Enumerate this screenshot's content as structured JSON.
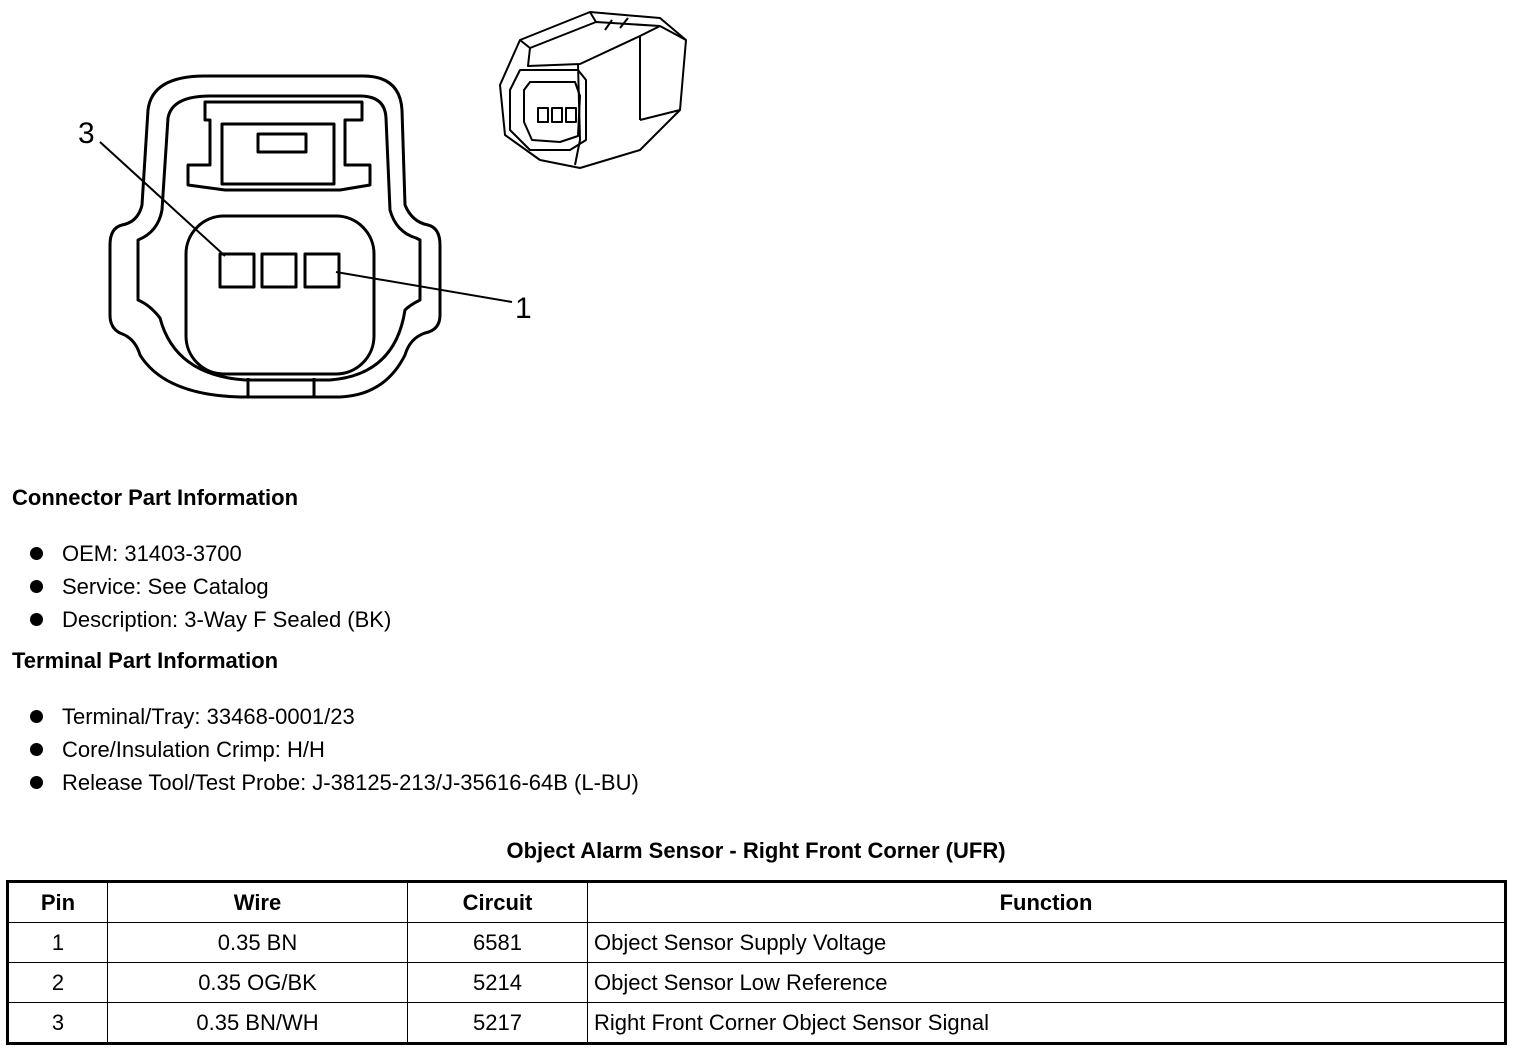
{
  "diagram": {
    "pin_callouts": [
      "3",
      "1"
    ]
  },
  "connector_info": {
    "heading": "Connector Part Information",
    "items": [
      "OEM: 31403-3700",
      "Service: See Catalog",
      "Description: 3-Way F Sealed (BK)"
    ]
  },
  "terminal_info": {
    "heading": "Terminal Part Information",
    "items": [
      "Terminal/Tray: 33468-0001/23",
      "Core/Insulation Crimp: H/H",
      "Release Tool/Test Probe: J-38125-213/J-35616-64B (L-BU)"
    ]
  },
  "pinout_table": {
    "title": "Object Alarm Sensor - Right Front Corner (UFR)",
    "headers": [
      "Pin",
      "Wire",
      "Circuit",
      "Function"
    ],
    "rows": [
      [
        "1",
        "0.35 BN",
        "6581",
        "Object Sensor Supply Voltage"
      ],
      [
        "2",
        "0.35 OG/BK",
        "5214",
        "Object Sensor Low Reference"
      ],
      [
        "3",
        "0.35 BN/WH",
        "5217",
        "Right Front Corner Object Sensor Signal"
      ]
    ]
  }
}
